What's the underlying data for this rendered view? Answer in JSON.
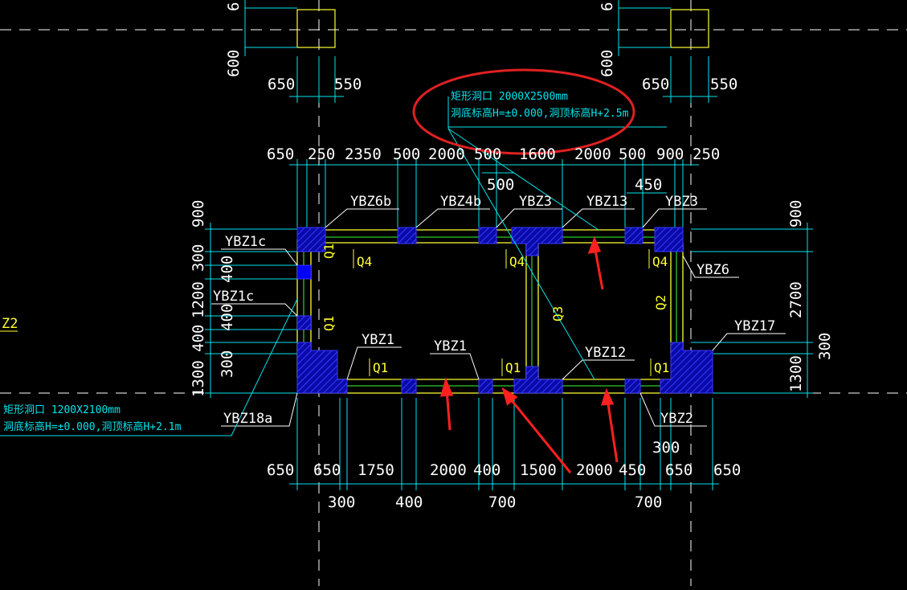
{
  "colors": {
    "background": "#000000",
    "column_fill": "#0a0aa8",
    "column_hatch": "#2a2aff",
    "wall_line": "#ffff33",
    "beam_line": "#33ff33",
    "dimension": "#00e5ee",
    "text": "#ffffff",
    "highlight_ellipse": "#e02020",
    "arrow": "#ff2020"
  },
  "annotations": {
    "opening_top_line1": "矩形洞口 2000X2500mm",
    "opening_top_line2": "洞底标高H=±0.000,洞顶标高H+2.5m",
    "opening_left_line1": "矩形洞口 1200X2100mm",
    "opening_left_line2": "洞底标高H=±0.000,洞顶标高H+2.1m"
  },
  "left_edge_label": "Z2",
  "top_fragments": {
    "dim_600": "600",
    "dim_6_left": "6",
    "dim_6_right": "6",
    "left_650": "650",
    "left_550": "550",
    "right_650": "650",
    "right_550": "550"
  },
  "top_dims": [
    "650",
    "250",
    "2350",
    "500",
    "2000",
    "500",
    "1600",
    "2000",
    "500",
    "900",
    "250"
  ],
  "top_sub_dims": [
    "500",
    "450"
  ],
  "bottom_dims": [
    "650",
    "650",
    "1750",
    "2000",
    "400",
    "1500",
    "2000",
    "450",
    "650",
    "650"
  ],
  "bottom_sub_dims": [
    "300",
    "400",
    "700",
    "700"
  ],
  "bottom_extra_dim": "300",
  "left_dims": [
    "900",
    "300",
    "400",
    "1200",
    "400",
    "400",
    "300",
    "1300"
  ],
  "right_dims": [
    "900",
    "2700",
    "300",
    "1300"
  ],
  "columns": {
    "ybz6b": "YBZ6b",
    "ybz4b": "YBZ4b",
    "ybz3_a": "YBZ3",
    "ybz13": "YBZ13",
    "ybz3_b": "YBZ3",
    "ybz1c_a": "YBZ1c",
    "ybz1c_b": "YBZ1c",
    "ybz6": "YBZ6",
    "ybz17": "YBZ17",
    "ybz1_a": "YBZ1",
    "ybz1_b": "YBZ1",
    "ybz12": "YBZ12",
    "ybz18a": "YBZ18a",
    "ybz2": "YBZ2"
  },
  "walls": {
    "q4_a": "Q4",
    "q4_b": "Q4",
    "q4_c": "Q4",
    "q1_top": "Q1",
    "q1_mid": "Q1",
    "q1_bottom_a": "Q1",
    "q1_bottom_b": "Q1",
    "q1_bottom_c": "Q1",
    "q2": "Q2",
    "q3": "Q3"
  }
}
